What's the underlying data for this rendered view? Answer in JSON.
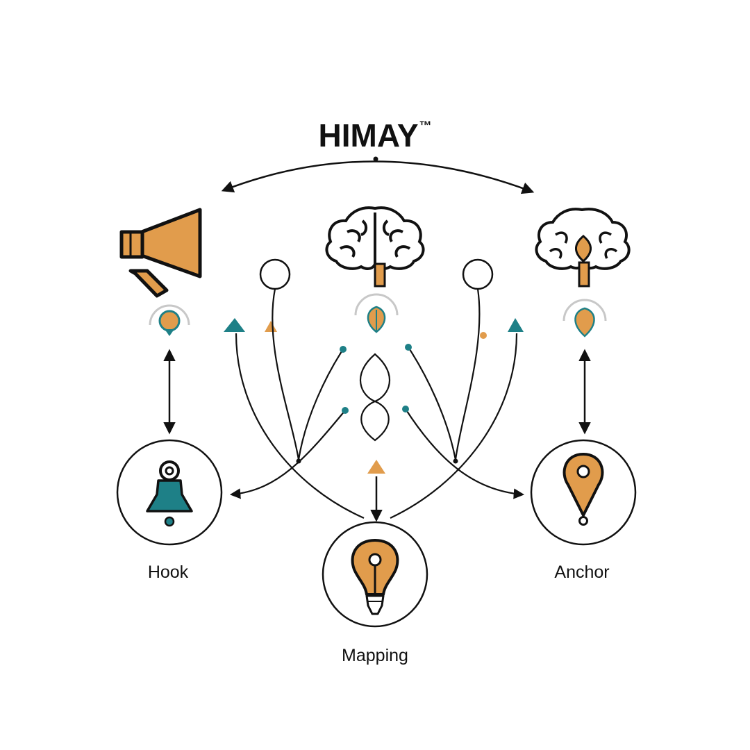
{
  "title": {
    "text": "HIMAY",
    "mark": "™"
  },
  "nodes": {
    "hook": {
      "label": "Hook",
      "icon": "bell-icon"
    },
    "mapping": {
      "label": "Mapping",
      "icon": "lightbulb-icon"
    },
    "anchor": {
      "label": "Anchor",
      "icon": "location-pin-icon"
    }
  },
  "top_icons": [
    "megaphone-icon",
    "brain-icon",
    "brain-pin-icon"
  ],
  "colors": {
    "ink": "#111111",
    "orange": "#E19C4C",
    "teal": "#1E8087",
    "ring": "#c8c8c8"
  }
}
